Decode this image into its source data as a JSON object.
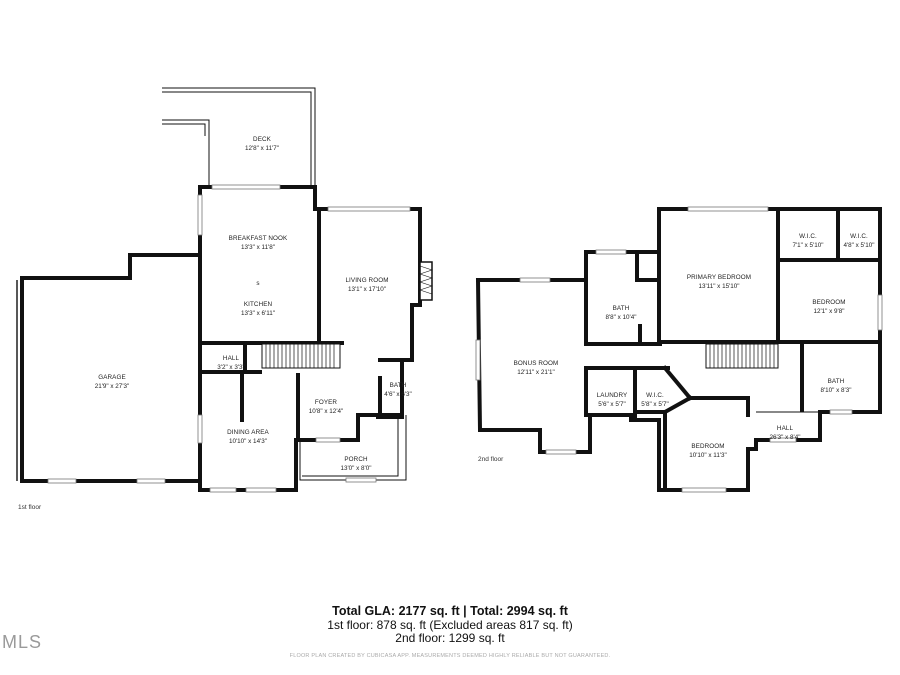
{
  "rooms": {
    "deck": {
      "name": "DECK",
      "dim": "12'8\" x 11'7\""
    },
    "breakfast_nook": {
      "name": "BREAKFAST NOOK",
      "dim": "13'3\" x 11'8\""
    },
    "kitchen": {
      "name": "KITCHEN",
      "dim": "13'3\" x 6'11\""
    },
    "living_room": {
      "name": "LIVING ROOM",
      "dim": "13'1\" x 17'10\""
    },
    "garage": {
      "name": "GARAGE",
      "dim": "21'9\" x 27'3\""
    },
    "hall_1": {
      "name": "HALL",
      "dim": "3'2\" x 3'3\""
    },
    "foyer": {
      "name": "FOYER",
      "dim": "10'8\" x 12'4\""
    },
    "bath_1": {
      "name": "BATH",
      "dim": "4'6\" x 6'3\""
    },
    "dining_area": {
      "name": "DINING AREA",
      "dim": "10'10\" x 14'3\""
    },
    "porch": {
      "name": "PORCH",
      "dim": "13'0\" x 8'0\""
    },
    "bath_2": {
      "name": "BATH",
      "dim": "8'8\" x 10'4\""
    },
    "primary_bedroom": {
      "name": "PRIMARY BEDROOM",
      "dim": "13'11\" x 15'10\""
    },
    "wic_1": {
      "name": "W.I.C.",
      "dim": "7'1\" x 5'10\""
    },
    "wic_2": {
      "name": "W.I.C.",
      "dim": "4'8\" x 5'10\""
    },
    "bedroom_1": {
      "name": "BEDROOM",
      "dim": "12'1\" x 9'8\""
    },
    "bonus_room": {
      "name": "BONUS ROOM",
      "dim": "12'11\" x 21'1\""
    },
    "laundry": {
      "name": "LAUNDRY",
      "dim": "5'6\" x 5'7\""
    },
    "wic_3": {
      "name": "W.I.C.",
      "dim": "5'8\" x 5'7\""
    },
    "bath_3": {
      "name": "BATH",
      "dim": "8'10\" x 8'3\""
    },
    "bedroom_2": {
      "name": "BEDROOM",
      "dim": "10'10\" x 11'3\""
    },
    "hall_2": {
      "name": "HALL",
      "dim": "26'3\" x 8'4\""
    }
  },
  "labels": {
    "first_floor": "1st floor",
    "second_floor": "2nd floor",
    "kitchen_mark": "s"
  },
  "summary": {
    "total": "Total GLA: 2177 sq. ft | Total: 2994 sq. ft",
    "first": "1st floor: 878 sq. ft (Excluded areas 817 sq. ft)",
    "second": "2nd floor: 1299 sq. ft",
    "disclaimer": "FLOOR PLAN CREATED BY CUBICASA APP. MEASUREMENTS DEEMED HIGHLY RELIABLE BUT NOT GUARANTEED."
  },
  "watermark": "MLS"
}
